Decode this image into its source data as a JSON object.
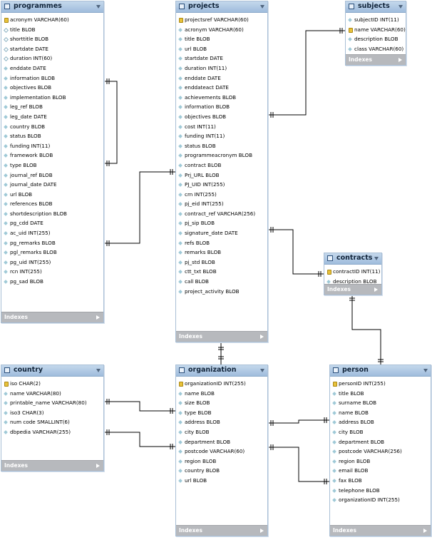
{
  "diagram": {
    "indexes_label": "Indexes",
    "tables": [
      {
        "id": "programmes",
        "name": "programmes",
        "columns": [
          {
            "text": "acronym VARCHAR(60)",
            "icon": "key"
          },
          {
            "text": "title BLOB",
            "icon": "open"
          },
          {
            "text": "shorttitle BLOB",
            "icon": "open"
          },
          {
            "text": "startdate DATE",
            "icon": "open"
          },
          {
            "text": "duration INT(60)",
            "icon": "open"
          },
          {
            "text": "enddate DATE",
            "icon": "filled"
          },
          {
            "text": "information BLOB",
            "icon": "filled"
          },
          {
            "text": "objectives BLOB",
            "icon": "filled"
          },
          {
            "text": "implementation BLOB",
            "icon": "filled"
          },
          {
            "text": "leg_ref BLOB",
            "icon": "filled"
          },
          {
            "text": "leg_date DATE",
            "icon": "filled"
          },
          {
            "text": "country BLOB",
            "icon": "filled"
          },
          {
            "text": "status BLOB",
            "icon": "filled"
          },
          {
            "text": "funding INT(11)",
            "icon": "filled"
          },
          {
            "text": "framework BLOB",
            "icon": "filled"
          },
          {
            "text": "type BLOB",
            "icon": "filled"
          },
          {
            "text": "journal_ref BLOB",
            "icon": "filled"
          },
          {
            "text": "journal_date DATE",
            "icon": "filled"
          },
          {
            "text": "url BLOB",
            "icon": "filled"
          },
          {
            "text": "references BLOB",
            "icon": "filled"
          },
          {
            "text": "shortdescription BLOB",
            "icon": "filled"
          },
          {
            "text": "pg_cdd DATE",
            "icon": "filled"
          },
          {
            "text": "ac_uid INT(255)",
            "icon": "filled"
          },
          {
            "text": "pg_remarks BLOB",
            "icon": "filled"
          },
          {
            "text": "pgl_remarks BLOB",
            "icon": "filled"
          },
          {
            "text": "pg_uid INT(255)",
            "icon": "filled"
          },
          {
            "text": "rcn INT(255)",
            "icon": "filled"
          },
          {
            "text": "pg_sad BLOB",
            "icon": "filled"
          }
        ]
      },
      {
        "id": "projects",
        "name": "projects",
        "columns": [
          {
            "text": "projectsref VARCHAR(60)",
            "icon": "key"
          },
          {
            "text": "acronym VARCHAR(60)",
            "icon": "filled"
          },
          {
            "text": "title BLOB",
            "icon": "filled"
          },
          {
            "text": "url BLOB",
            "icon": "filled"
          },
          {
            "text": "startdate DATE",
            "icon": "filled"
          },
          {
            "text": "duration INT(11)",
            "icon": "filled"
          },
          {
            "text": "enddate DATE",
            "icon": "filled"
          },
          {
            "text": "enddateact DATE",
            "icon": "filled"
          },
          {
            "text": "achievements BLOB",
            "icon": "filled"
          },
          {
            "text": "information BLOB",
            "icon": "filled"
          },
          {
            "text": "objectives BLOB",
            "icon": "filled"
          },
          {
            "text": "cost INT(11)",
            "icon": "filled"
          },
          {
            "text": "funding INT(11)",
            "icon": "filled"
          },
          {
            "text": "status BLOB",
            "icon": "filled"
          },
          {
            "text": "programmeacronym BLOB",
            "icon": "filled"
          },
          {
            "text": "contract BLOB",
            "icon": "filled"
          },
          {
            "text": "Prj_URL BLOB",
            "icon": "filled"
          },
          {
            "text": "PJ_UID INT(255)",
            "icon": "filled"
          },
          {
            "text": "crn INT(255)",
            "icon": "filled"
          },
          {
            "text": "pj_eid INT(255)",
            "icon": "filled"
          },
          {
            "text": "contract_ref VARCHAR(256)",
            "icon": "filled"
          },
          {
            "text": "pj_sip BLOB",
            "icon": "filled"
          },
          {
            "text": "signature_date DATE",
            "icon": "filled"
          },
          {
            "text": "refs BLOB",
            "icon": "filled"
          },
          {
            "text": "remarks BLOB",
            "icon": "filled"
          },
          {
            "text": "pj_std BLOB",
            "icon": "filled"
          },
          {
            "text": "ctt_txt BLOB",
            "icon": "filled"
          },
          {
            "text": "call BLOB",
            "icon": "filled"
          },
          {
            "text": "project_activity BLOB",
            "icon": "filled"
          }
        ]
      },
      {
        "id": "subjects",
        "name": "subjects",
        "columns": [
          {
            "text": "subjectID INT(11)",
            "icon": "filled"
          },
          {
            "text": "name VARCHAR(60)",
            "icon": "key"
          },
          {
            "text": "description BLOB",
            "icon": "filled"
          },
          {
            "text": "class VARCHAR(60)",
            "icon": "filled"
          }
        ]
      },
      {
        "id": "contracts",
        "name": "contracts",
        "columns": [
          {
            "text": "contractID INT(11)",
            "icon": "key"
          },
          {
            "text": "description BLOB",
            "icon": "filled"
          }
        ]
      },
      {
        "id": "country",
        "name": "country",
        "columns": [
          {
            "text": "iso CHAR(2)",
            "icon": "key"
          },
          {
            "text": "name VARCHAR(80)",
            "icon": "filled"
          },
          {
            "text": "printable_name VARCHAR(80)",
            "icon": "filled"
          },
          {
            "text": "iso3 CHAR(3)",
            "icon": "filled"
          },
          {
            "text": "num code SMALLINT(6)",
            "icon": "filled"
          },
          {
            "text": "dbpedia VARCHAR(255)",
            "icon": "filled"
          }
        ]
      },
      {
        "id": "organization",
        "name": "organization",
        "columns": [
          {
            "text": "organizationID INT(255)",
            "icon": "key"
          },
          {
            "text": "name BLOB",
            "icon": "filled"
          },
          {
            "text": "size BLOB",
            "icon": "filled"
          },
          {
            "text": "type BLOB",
            "icon": "filled"
          },
          {
            "text": "address BLOB",
            "icon": "filled"
          },
          {
            "text": "city BLOB",
            "icon": "filled"
          },
          {
            "text": "department BLOB",
            "icon": "filled"
          },
          {
            "text": "postcode VARCHAR(60)",
            "icon": "filled"
          },
          {
            "text": "region BLOB",
            "icon": "filled"
          },
          {
            "text": "country BLOB",
            "icon": "filled"
          },
          {
            "text": "url BLOB",
            "icon": "filled"
          }
        ]
      },
      {
        "id": "person",
        "name": "person",
        "columns": [
          {
            "text": "personID INT(255)",
            "icon": "key"
          },
          {
            "text": "title BLOB",
            "icon": "filled"
          },
          {
            "text": "surname BLOB",
            "icon": "filled"
          },
          {
            "text": "name BLOB",
            "icon": "filled"
          },
          {
            "text": "address BLOB",
            "icon": "filled"
          },
          {
            "text": "city BLOB",
            "icon": "filled"
          },
          {
            "text": "department BLOB",
            "icon": "filled"
          },
          {
            "text": "postcode VARCHAR(256)",
            "icon": "filled"
          },
          {
            "text": "region BLOB",
            "icon": "filled"
          },
          {
            "text": "email BLOB",
            "icon": "filled"
          },
          {
            "text": "fax BLOB",
            "icon": "filled"
          },
          {
            "text": "telephone BLOB",
            "icon": "filled"
          },
          {
            "text": "organizationID INT(255)",
            "icon": "filled"
          }
        ]
      }
    ]
  }
}
